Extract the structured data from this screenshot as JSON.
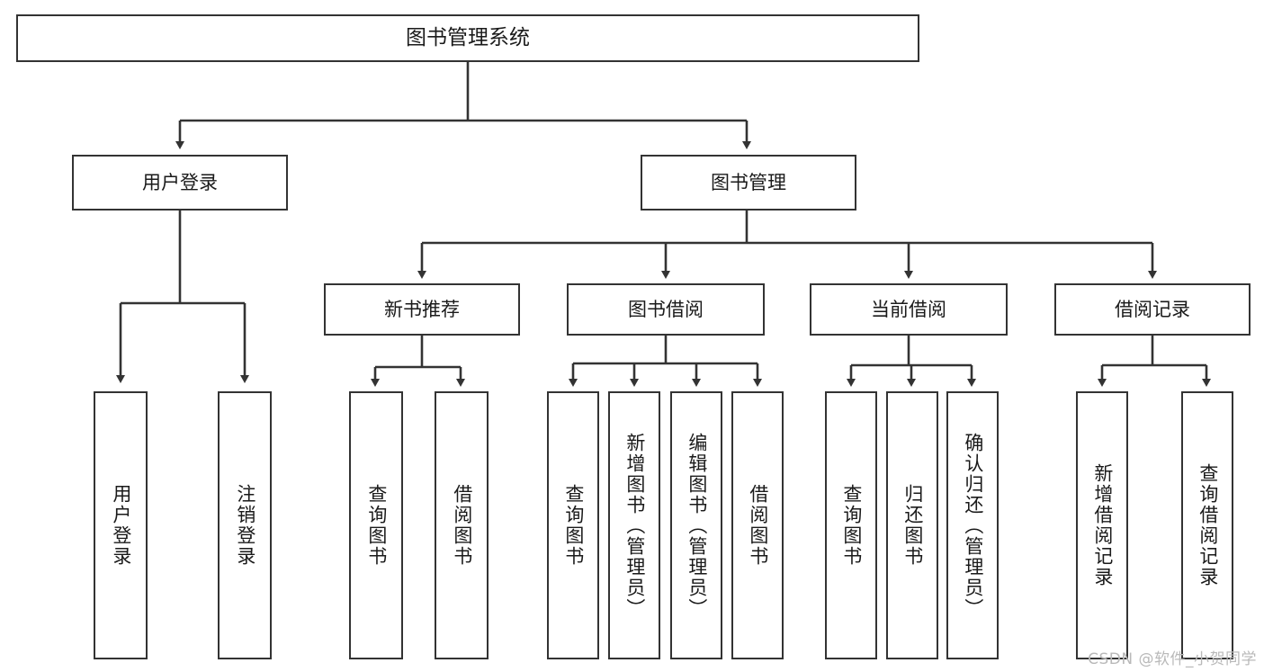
{
  "diagram": {
    "title": "图书管理系统",
    "type": "tree",
    "watermark": "CSDN @软件_小贺同学",
    "colors": {
      "box_border": "#333333",
      "box_fill": "#ffffff",
      "connector": "#333333",
      "text": "#1a1a1a",
      "watermark": "#b9b9b9",
      "background": "#ffffff"
    },
    "nodes": {
      "root": {
        "label": "图书管理系统"
      },
      "level1": [
        {
          "id": "user-login",
          "label": "用户登录"
        },
        {
          "id": "book-manage",
          "label": "图书管理"
        }
      ],
      "level2": [
        {
          "id": "new-book-recommend",
          "label": "新书推荐"
        },
        {
          "id": "book-borrow",
          "label": "图书借阅"
        },
        {
          "id": "current-borrow",
          "label": "当前借阅"
        },
        {
          "id": "borrow-record",
          "label": "借阅记录"
        }
      ],
      "leaves": {
        "user_login": [
          {
            "id": "leaf-user-login",
            "label": "用户登录"
          },
          {
            "id": "leaf-logout-login",
            "label": "注销登录"
          }
        ],
        "new_book_recommend": [
          {
            "id": "leaf-query-book-1",
            "label": "查询图书"
          },
          {
            "id": "leaf-borrow-book-1",
            "label": "借阅图书"
          }
        ],
        "book_borrow": [
          {
            "id": "leaf-query-book-2",
            "label": "查询图书"
          },
          {
            "id": "leaf-add-book",
            "label": "新增图书（管理员）"
          },
          {
            "id": "leaf-edit-book",
            "label": "编辑图书（管理员）"
          },
          {
            "id": "leaf-borrow-book-2",
            "label": "借阅图书"
          }
        ],
        "current_borrow": [
          {
            "id": "leaf-query-book-3",
            "label": "查询图书"
          },
          {
            "id": "leaf-return-book",
            "label": "归还图书"
          },
          {
            "id": "leaf-confirm-return",
            "label": "确认归还（管理员）"
          }
        ],
        "borrow_record": [
          {
            "id": "leaf-add-borrow-record",
            "label": "新增借阅记录"
          },
          {
            "id": "leaf-query-borrow-record",
            "label": "查询借阅记录"
          }
        ]
      }
    }
  }
}
